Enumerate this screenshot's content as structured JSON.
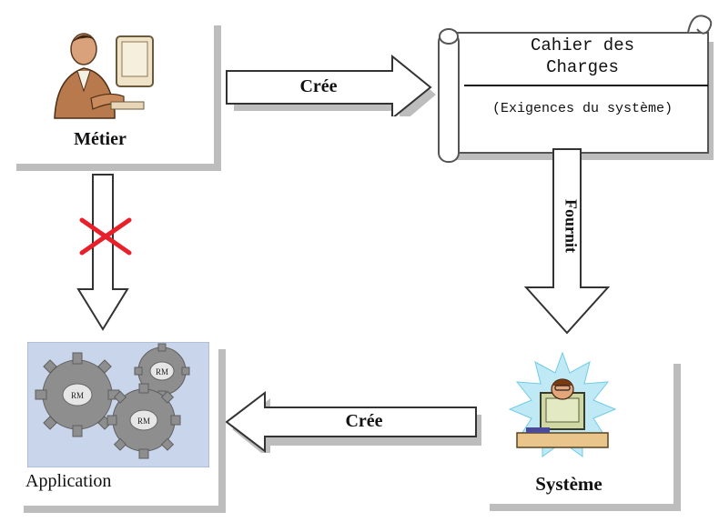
{
  "nodes": {
    "metier": {
      "label": "Métier"
    },
    "cahier": {
      "title": "Cahier des Charges",
      "subtitle": "(Exigences du système)"
    },
    "systeme": {
      "label": "Système"
    },
    "application": {
      "label": "Application",
      "gear_label": "RM"
    }
  },
  "edges": {
    "metier_to_cahier": {
      "label": "Crée"
    },
    "cahier_to_systeme": {
      "label": "Fournit"
    },
    "systeme_to_application": {
      "label": "Crée"
    }
  },
  "colors": {
    "shadow": "#bdbdbd",
    "cross": "#e8202a",
    "gear": "#8e8e8e",
    "app_bg": "#c9d5ea"
  }
}
